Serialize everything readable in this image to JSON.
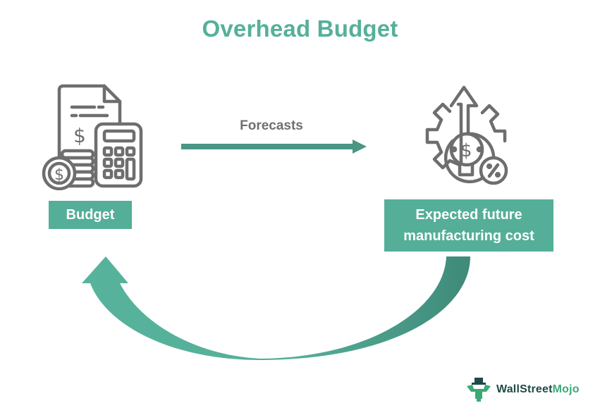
{
  "title": "Overhead Budget",
  "nodes": {
    "left": {
      "label": "Budget",
      "icon": "budget-calculator-coins-icon"
    },
    "right": {
      "label_line1": "Expected future",
      "label_line2": "manufacturing cost",
      "icon": "gear-dollar-growth-percent-icon"
    }
  },
  "edges": {
    "forward": {
      "label": "Forecasts",
      "from": "Budget",
      "to": "Expected future manufacturing cost"
    },
    "return": {
      "label": "",
      "from": "Expected future manufacturing cost",
      "to": "Budget"
    }
  },
  "brand": {
    "part1": "WallStreet",
    "part2": "Mojo",
    "icon": "bull-logo-icon"
  },
  "colors": {
    "accent": "#55ae98",
    "accent_dark": "#3f8a79",
    "arrow": "#4a9584",
    "icon_gray": "#6e6e6e",
    "text_gray": "#707070"
  }
}
